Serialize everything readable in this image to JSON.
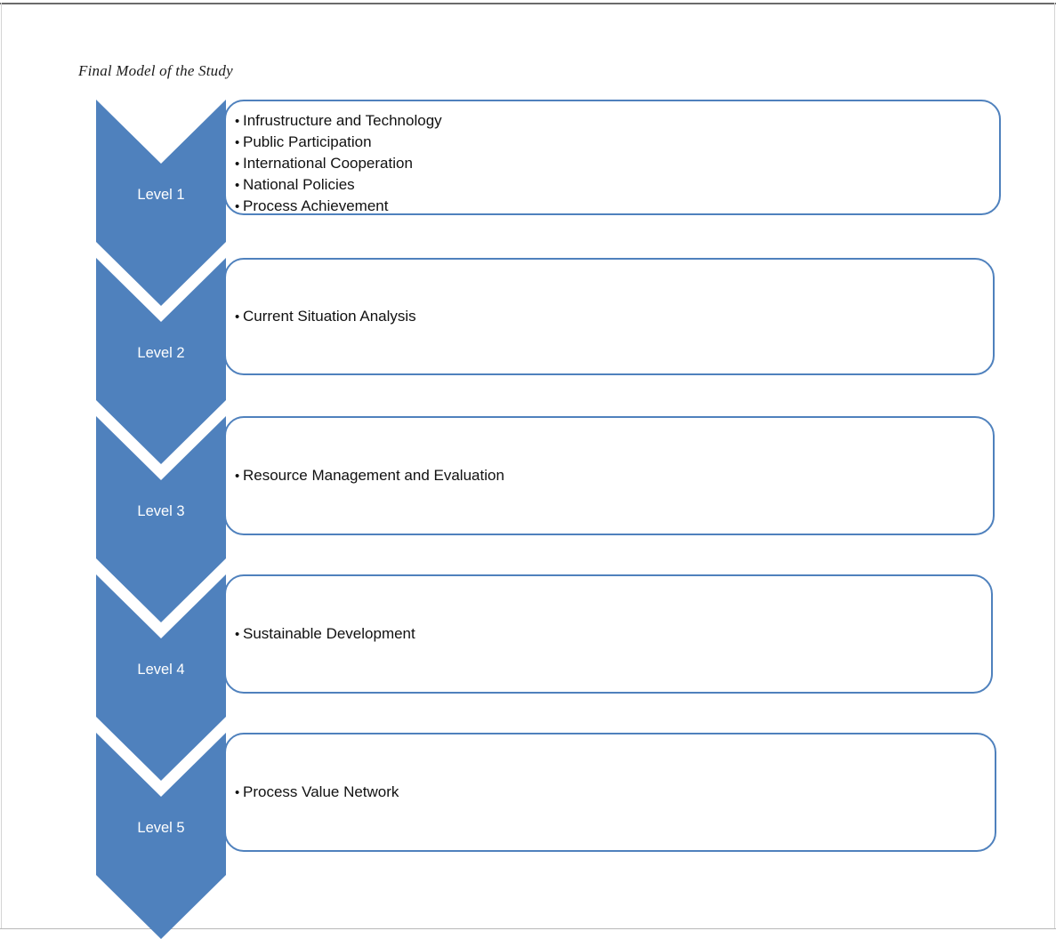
{
  "document": {
    "title": "Final Model of the Study",
    "background_color": "#ffffff",
    "frame_color": "#6b6b6b"
  },
  "theme": {
    "accent_blue": "#4f81bd",
    "box_border": "#4f81bd",
    "box_fill": "#ffffff",
    "label_text": "#ffffff",
    "bullet_text": "#111111"
  },
  "diagram": {
    "type": "staged-process-chevrons",
    "orientation": "vertical",
    "levels": [
      {
        "label": "Level 1",
        "arrow_icon": "chevron-down-icon",
        "items": [
          "Infrustructure and Technology",
          "Public Participation",
          "International Cooperation",
          "National Policies",
          "Process Achievement"
        ]
      },
      {
        "label": "Level 2",
        "arrow_icon": "chevron-down-icon",
        "items": [
          "Current Situation Analysis"
        ]
      },
      {
        "label": "Level 3",
        "arrow_icon": "chevron-down-icon",
        "items": [
          "Resource Management and Evaluation"
        ]
      },
      {
        "label": "Level 4",
        "arrow_icon": "chevron-down-icon",
        "items": [
          "Sustainable Development"
        ]
      },
      {
        "label": "Level 5",
        "arrow_icon": "chevron-down-icon",
        "items": [
          "Process Value Network"
        ]
      }
    ]
  }
}
